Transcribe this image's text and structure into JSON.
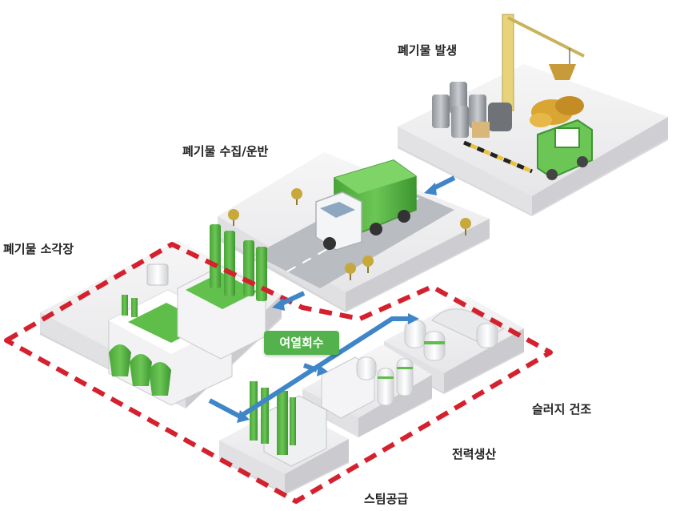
{
  "labels": {
    "waste_generation": "폐기물 발생",
    "collection_transport": "폐기물 수집/운반",
    "incineration": "폐기물 소각장",
    "heat_recovery": "여열회수",
    "sludge_drying": "슬러지 건조",
    "power_generation": "전력생산",
    "steam_supply": "스팀공급"
  },
  "colors": {
    "green": "#58b843",
    "dark_green": "#3f9a2e",
    "dashed_border": "#d5202e",
    "flow_arrow": "#3e86c8",
    "platform": "#eeeeef",
    "road": "#b9bcc0",
    "badge": "#53b24b"
  }
}
